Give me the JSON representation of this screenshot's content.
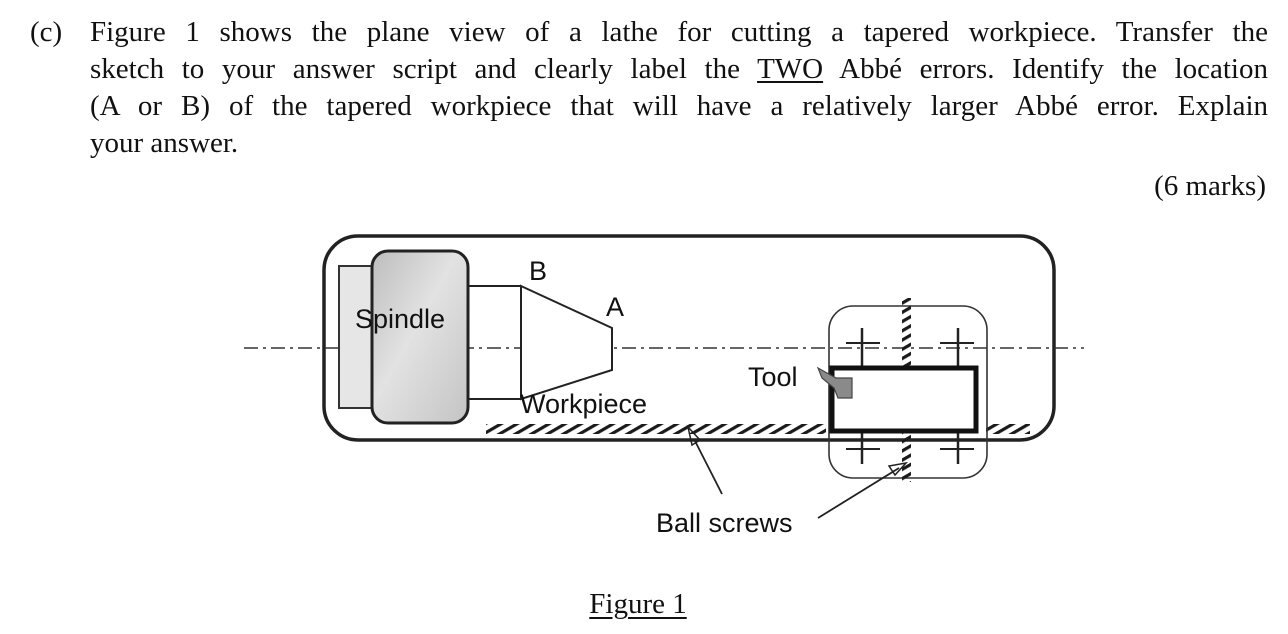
{
  "question": {
    "label": "(c)",
    "lines": [
      "Figure 1 shows the plane view of a lathe for cutting a tapered workpiece. Transfer the",
      "sketch to your answer script and clearly label the",
      "(A or B) of the tapered workpiece that will have a relatively larger Abbé error. Explain",
      "your answer."
    ],
    "line2_underlined": "TWO",
    "line2_tail": "Abbé errors. Identify the location",
    "marks": "(6 marks)"
  },
  "figure": {
    "labels": {
      "spindle": "Spindle",
      "b": "B",
      "a": "A",
      "workpiece": "Workpiece",
      "tool": "Tool",
      "ball_screws": "Ball screws"
    },
    "caption": "Figure 1",
    "colors": {
      "stroke": "#222222",
      "spindle_fill": "#cfcfcf",
      "tool_fill": "#8a8a8a"
    }
  }
}
